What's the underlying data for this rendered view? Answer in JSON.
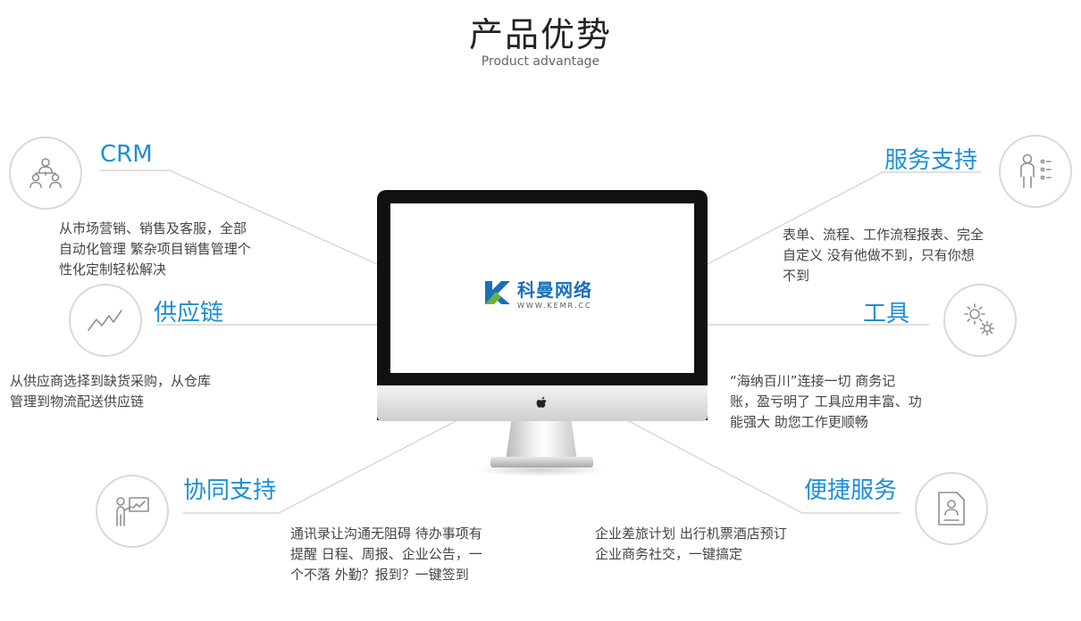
{
  "header": {
    "title": "产品优势",
    "subtitle": "Product advantage"
  },
  "monitor": {
    "brand_name": "科曼网络",
    "brand_url": "WWW.KEMR.CC"
  },
  "features": {
    "crm": {
      "title": "CRM",
      "icon": "org-chart-icon",
      "desc_lines": [
        "从市场营销、销售及客服，全部",
        "自动化管理 繁杂项目销售管理个",
        "性化定制轻松解决"
      ]
    },
    "supply_chain": {
      "title": "供应链",
      "icon": "trend-chart-icon",
      "desc_lines": [
        "从供应商选择到缺货采购，从仓库",
        "管理到物流配送供应链"
      ]
    },
    "collaboration": {
      "title": "协同支持",
      "icon": "presentation-icon",
      "desc_lines": [
        "通讯录让沟通无阻碍 待办事项有",
        "提醒 日程、周报、企业公告，一",
        "个不落 外勤？报到？一键签到"
      ]
    },
    "service_support": {
      "title": "服务支持",
      "icon": "person-list-icon",
      "desc_lines": [
        "表单、流程、工作流程报表、完全",
        "自定义 没有他做不到，只有你想",
        "不到"
      ]
    },
    "tools": {
      "title": "工具",
      "icon": "gears-icon",
      "desc_lines": [
        "“海纳百川”连接一切 商务记",
        "账，盈亏明了 工具应用丰富、功",
        "能强大 助您工作更顺畅"
      ]
    },
    "convenient_service": {
      "title": "便捷服务",
      "icon": "profile-card-icon",
      "desc_lines": [
        "企业差旅计划 出行机票酒店预订",
        "企业商务社交，一键搞定"
      ]
    }
  }
}
